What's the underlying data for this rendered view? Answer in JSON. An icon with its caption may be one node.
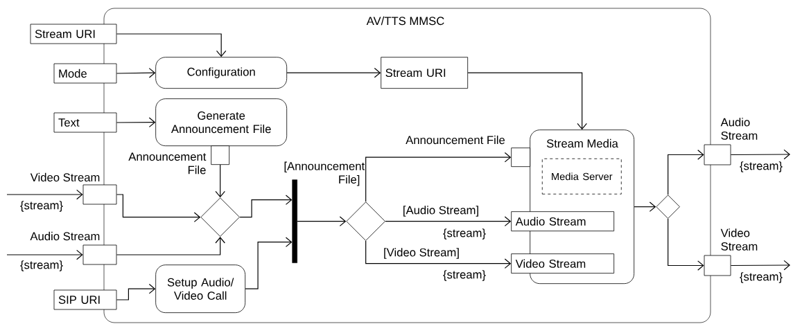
{
  "diagram": {
    "nodes": [
      {
        "text": [
          "AV/TTS MMSC"
        ]
      },
      {
        "text": [
          "Stream URI"
        ]
      },
      {
        "text": [
          "Mode"
        ]
      },
      {
        "text": [
          "Text"
        ]
      },
      {
        "text": [
          "Video Stream"
        ],
        "beside": [
          "{stream}"
        ]
      },
      {
        "text": [
          "Audio Stream"
        ],
        "beside": [
          "{stream}"
        ]
      },
      {
        "text": [
          "SIP URI"
        ]
      },
      {
        "text": [
          "Configuration"
        ],
        "in": 0
      },
      {
        "text": [
          "Generate Announcement File"
        ],
        "in": 0
      },
      {
        "text": [
          "Announcement File"
        ],
        "in": 0
      },
      {
        "text": [
          "Setup Audio/ Video Call"
        ],
        "in": 0
      },
      {
        "text": [
          "Stream URI"
        ],
        "in": 0
      },
      {
        "text": [],
        "shape": "diamond",
        "in": 0
      },
      {
        "text": [],
        "shape": "bar",
        "in": 0
      },
      {
        "text": [],
        "shape": "diamond",
        "in": 0
      },
      {
        "text": [
          "Stream Media"
        ],
        "in": 0
      },
      {
        "text": [
          "Media Server"
        ],
        "in": 15
      },
      {
        "text": [
          "Announcement File"
        ],
        "in": 0
      },
      {
        "text": [
          "Audio Stream"
        ],
        "beside": [
          "{stream}"
        ],
        "in": 0
      },
      {
        "text": [
          "Video Stream"
        ],
        "beside": [
          "{stream}"
        ],
        "in": 0
      },
      {
        "text": [],
        "shape": "diamond",
        "in": 0
      },
      {
        "text": [
          "Audio Stream"
        ],
        "beside": [
          "{stream}"
        ]
      },
      {
        "text": [
          "Video Stream"
        ],
        "beside": [
          "{stream}"
        ]
      }
    ],
    "edges": [
      {
        "from": 1,
        "to": 7,
        "arrow": "to"
      },
      {
        "from": 2,
        "to": 7,
        "arrow": "to"
      },
      {
        "from": 3,
        "to": 8,
        "arrow": "to"
      },
      {
        "from": 7,
        "to": 11,
        "arrow": "to"
      },
      {
        "from": 11,
        "to": 15,
        "arrow": "to"
      },
      {
        "from": null,
        "to": 4,
        "arrow": "to"
      },
      {
        "from": null,
        "to": 5,
        "arrow": "to"
      },
      {
        "from": 4,
        "to": 12,
        "arrow": "to"
      },
      {
        "from": 5,
        "to": 12,
        "arrow": "to"
      },
      {
        "from": 9,
        "to": 12,
        "arrow": "to"
      },
      {
        "from": 12,
        "to": 13,
        "arrow": "to"
      },
      {
        "from": 6,
        "to": 10,
        "arrow": "to"
      },
      {
        "from": 10,
        "to": 13,
        "arrow": "to"
      },
      {
        "from": 13,
        "to": 14,
        "arrow": "to"
      },
      {
        "from": 14,
        "to": 17,
        "arrow": "to",
        "label": "[Announcement File]"
      },
      {
        "from": 14,
        "to": 18,
        "arrow": "to",
        "label": "[Audio Stream]"
      },
      {
        "from": 14,
        "to": 19,
        "arrow": "to",
        "label": "[Video Stream]"
      },
      {
        "from": 15,
        "to": 20,
        "arrow": "to"
      },
      {
        "from": 20,
        "to": 21,
        "arrow": "to"
      },
      {
        "from": 20,
        "to": 22,
        "arrow": "to"
      },
      {
        "from": 21,
        "to": null,
        "arrow": "to"
      },
      {
        "from": 22,
        "to": null,
        "arrow": "to"
      }
    ]
  }
}
